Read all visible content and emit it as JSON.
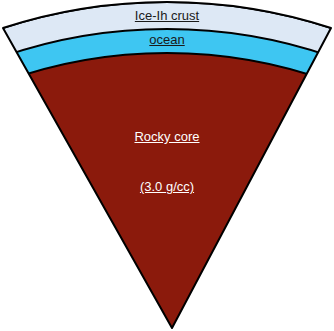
{
  "diagram": {
    "nodes": [
      {
        "text": [
          "Ice-Ih crust"
        ]
      },
      {
        "text": [
          "ocean"
        ]
      },
      {
        "text": [
          "Rocky core",
          "(3.0 g/cc)"
        ]
      }
    ]
  }
}
